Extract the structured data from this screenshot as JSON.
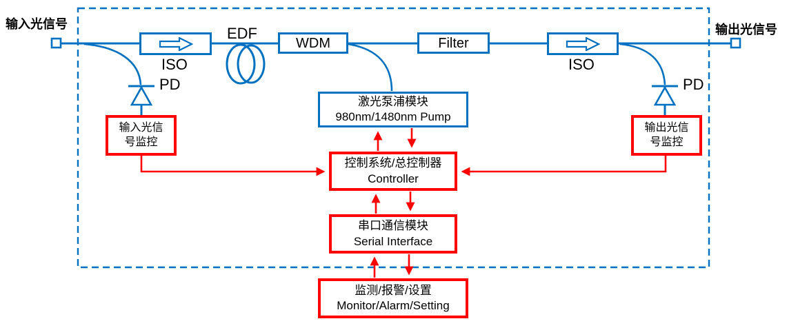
{
  "colors": {
    "blue": "#0070C0",
    "red": "#FF0000",
    "text": "#000000"
  },
  "labels": {
    "input_signal": "输入光信号",
    "output_signal": "输出光信号",
    "iso_left": "ISO",
    "iso_right": "ISO",
    "edf": "EDF",
    "pd_left": "PD",
    "pd_right": "PD"
  },
  "blocks": {
    "wdm": {
      "label": "WDM"
    },
    "filter": {
      "label": "Filter"
    },
    "pump": {
      "line1": "激光泵浦模块",
      "line2": "980nm/1480nm Pump"
    },
    "controller": {
      "line1": "控制系统/总控制器",
      "line2": "Controller"
    },
    "serial": {
      "line1": "串口通信模块",
      "line2": "Serial Interface"
    },
    "monitor": {
      "line1": "监测/报警/设置",
      "line2": "Monitor/Alarm/Setting"
    },
    "input_monitor": {
      "line1": "输入光信",
      "line2": "号监控"
    },
    "output_monitor": {
      "line1": "输出光信",
      "line2": "号监控"
    }
  }
}
